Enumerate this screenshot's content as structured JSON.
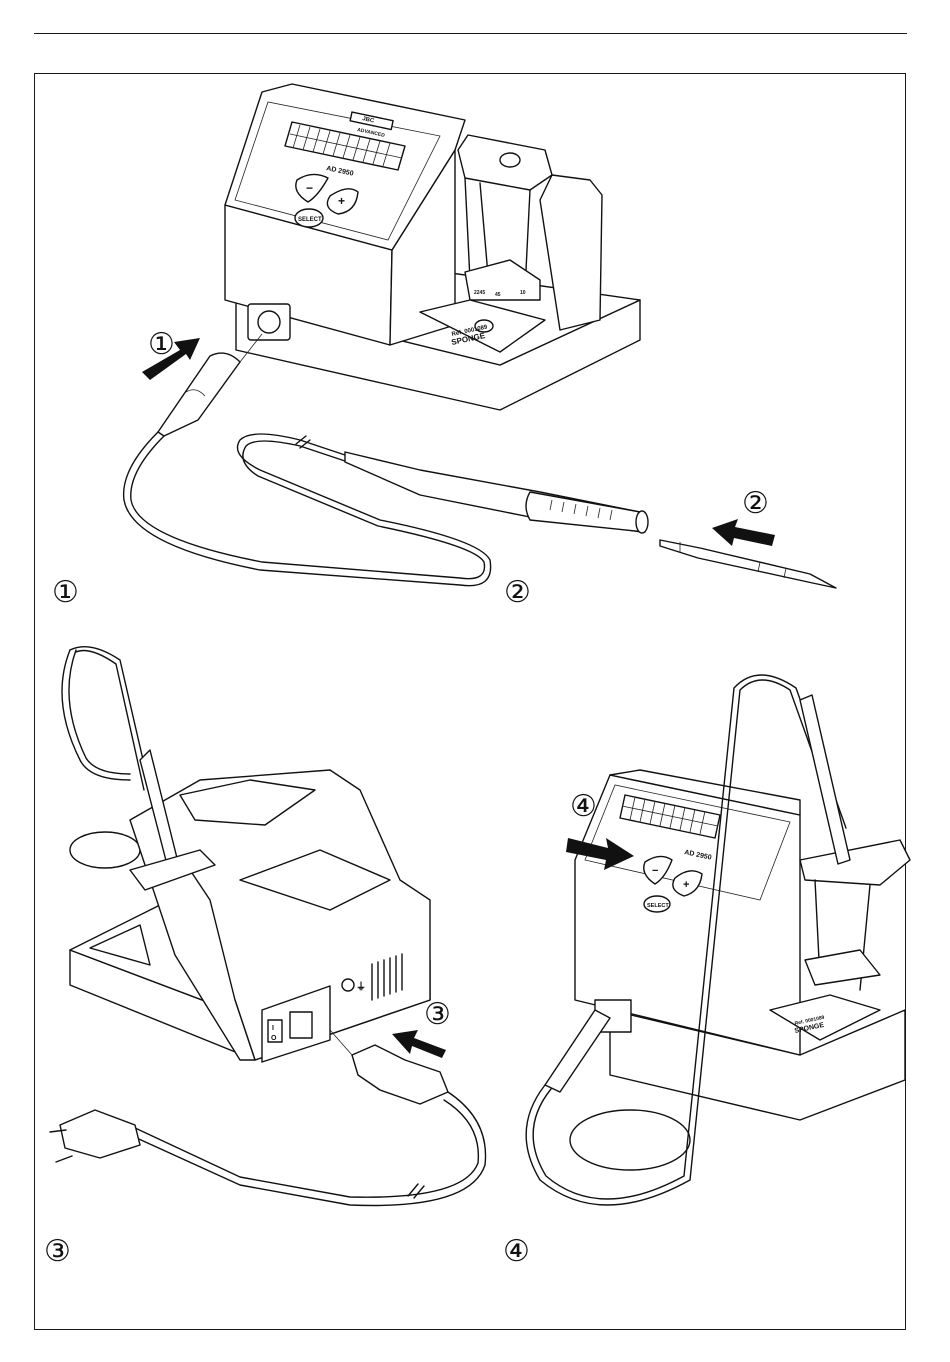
{
  "page": {
    "header_rule": true,
    "frame": true
  },
  "steps": [
    {
      "number": "①",
      "caption_label": "①",
      "description": "Connect handle cable connector to station socket"
    },
    {
      "number": "②",
      "caption_label": "②",
      "description": "Insert cartridge tip into handle"
    },
    {
      "number": "③",
      "caption_label": "③",
      "description": "Connect mains power cord to station"
    },
    {
      "number": "④",
      "caption_label": "④",
      "description": "Press control panel to switch on"
    }
  ],
  "station": {
    "model": "AD 2950",
    "brand_badge": "JBC",
    "brand_sub": "ADVANCED",
    "buttons": {
      "minus": "−",
      "plus": "+",
      "select": "SELECT"
    },
    "sponge_ref": "Ref. 0001089",
    "sponge_label": "SPONGE",
    "tip_holder_marks": [
      "2245",
      "45",
      "10"
    ],
    "power_switch": {
      "on": "I",
      "off": "O"
    },
    "ground_symbol": "⏚"
  },
  "icons": {
    "arrow_color": "#111111",
    "line_color": "#111111",
    "background": "#ffffff"
  }
}
